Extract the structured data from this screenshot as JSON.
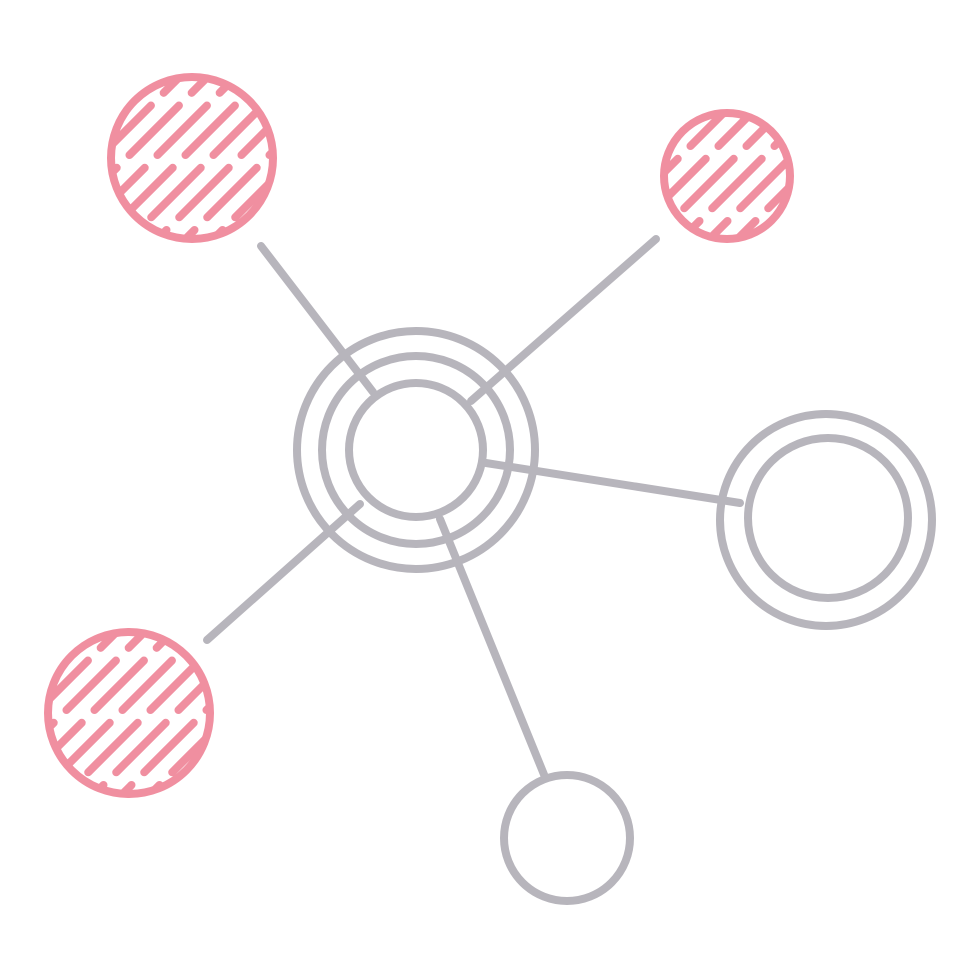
{
  "diagram": {
    "type": "network-icon",
    "colors": {
      "background": "#ffffff",
      "connector": "#b7b5bc",
      "accent": "#f08fa0"
    },
    "center_hub": {
      "style": "concentric-rings",
      "ring_count": 3,
      "color": "connector"
    },
    "nodes": [
      {
        "name": "node-top-left",
        "style": "hatched",
        "color": "accent"
      },
      {
        "name": "node-top-right",
        "style": "hatched",
        "color": "accent"
      },
      {
        "name": "node-right",
        "style": "double-ring",
        "color": "connector"
      },
      {
        "name": "node-bottom",
        "style": "outline",
        "color": "connector"
      },
      {
        "name": "node-bottom-left",
        "style": "hatched",
        "color": "accent"
      }
    ],
    "connections": [
      {
        "from": "center_hub",
        "to": "node-top-left"
      },
      {
        "from": "center_hub",
        "to": "node-top-right"
      },
      {
        "from": "center_hub",
        "to": "node-right"
      },
      {
        "from": "center_hub",
        "to": "node-bottom"
      },
      {
        "from": "center_hub",
        "to": "node-bottom-left"
      }
    ]
  }
}
